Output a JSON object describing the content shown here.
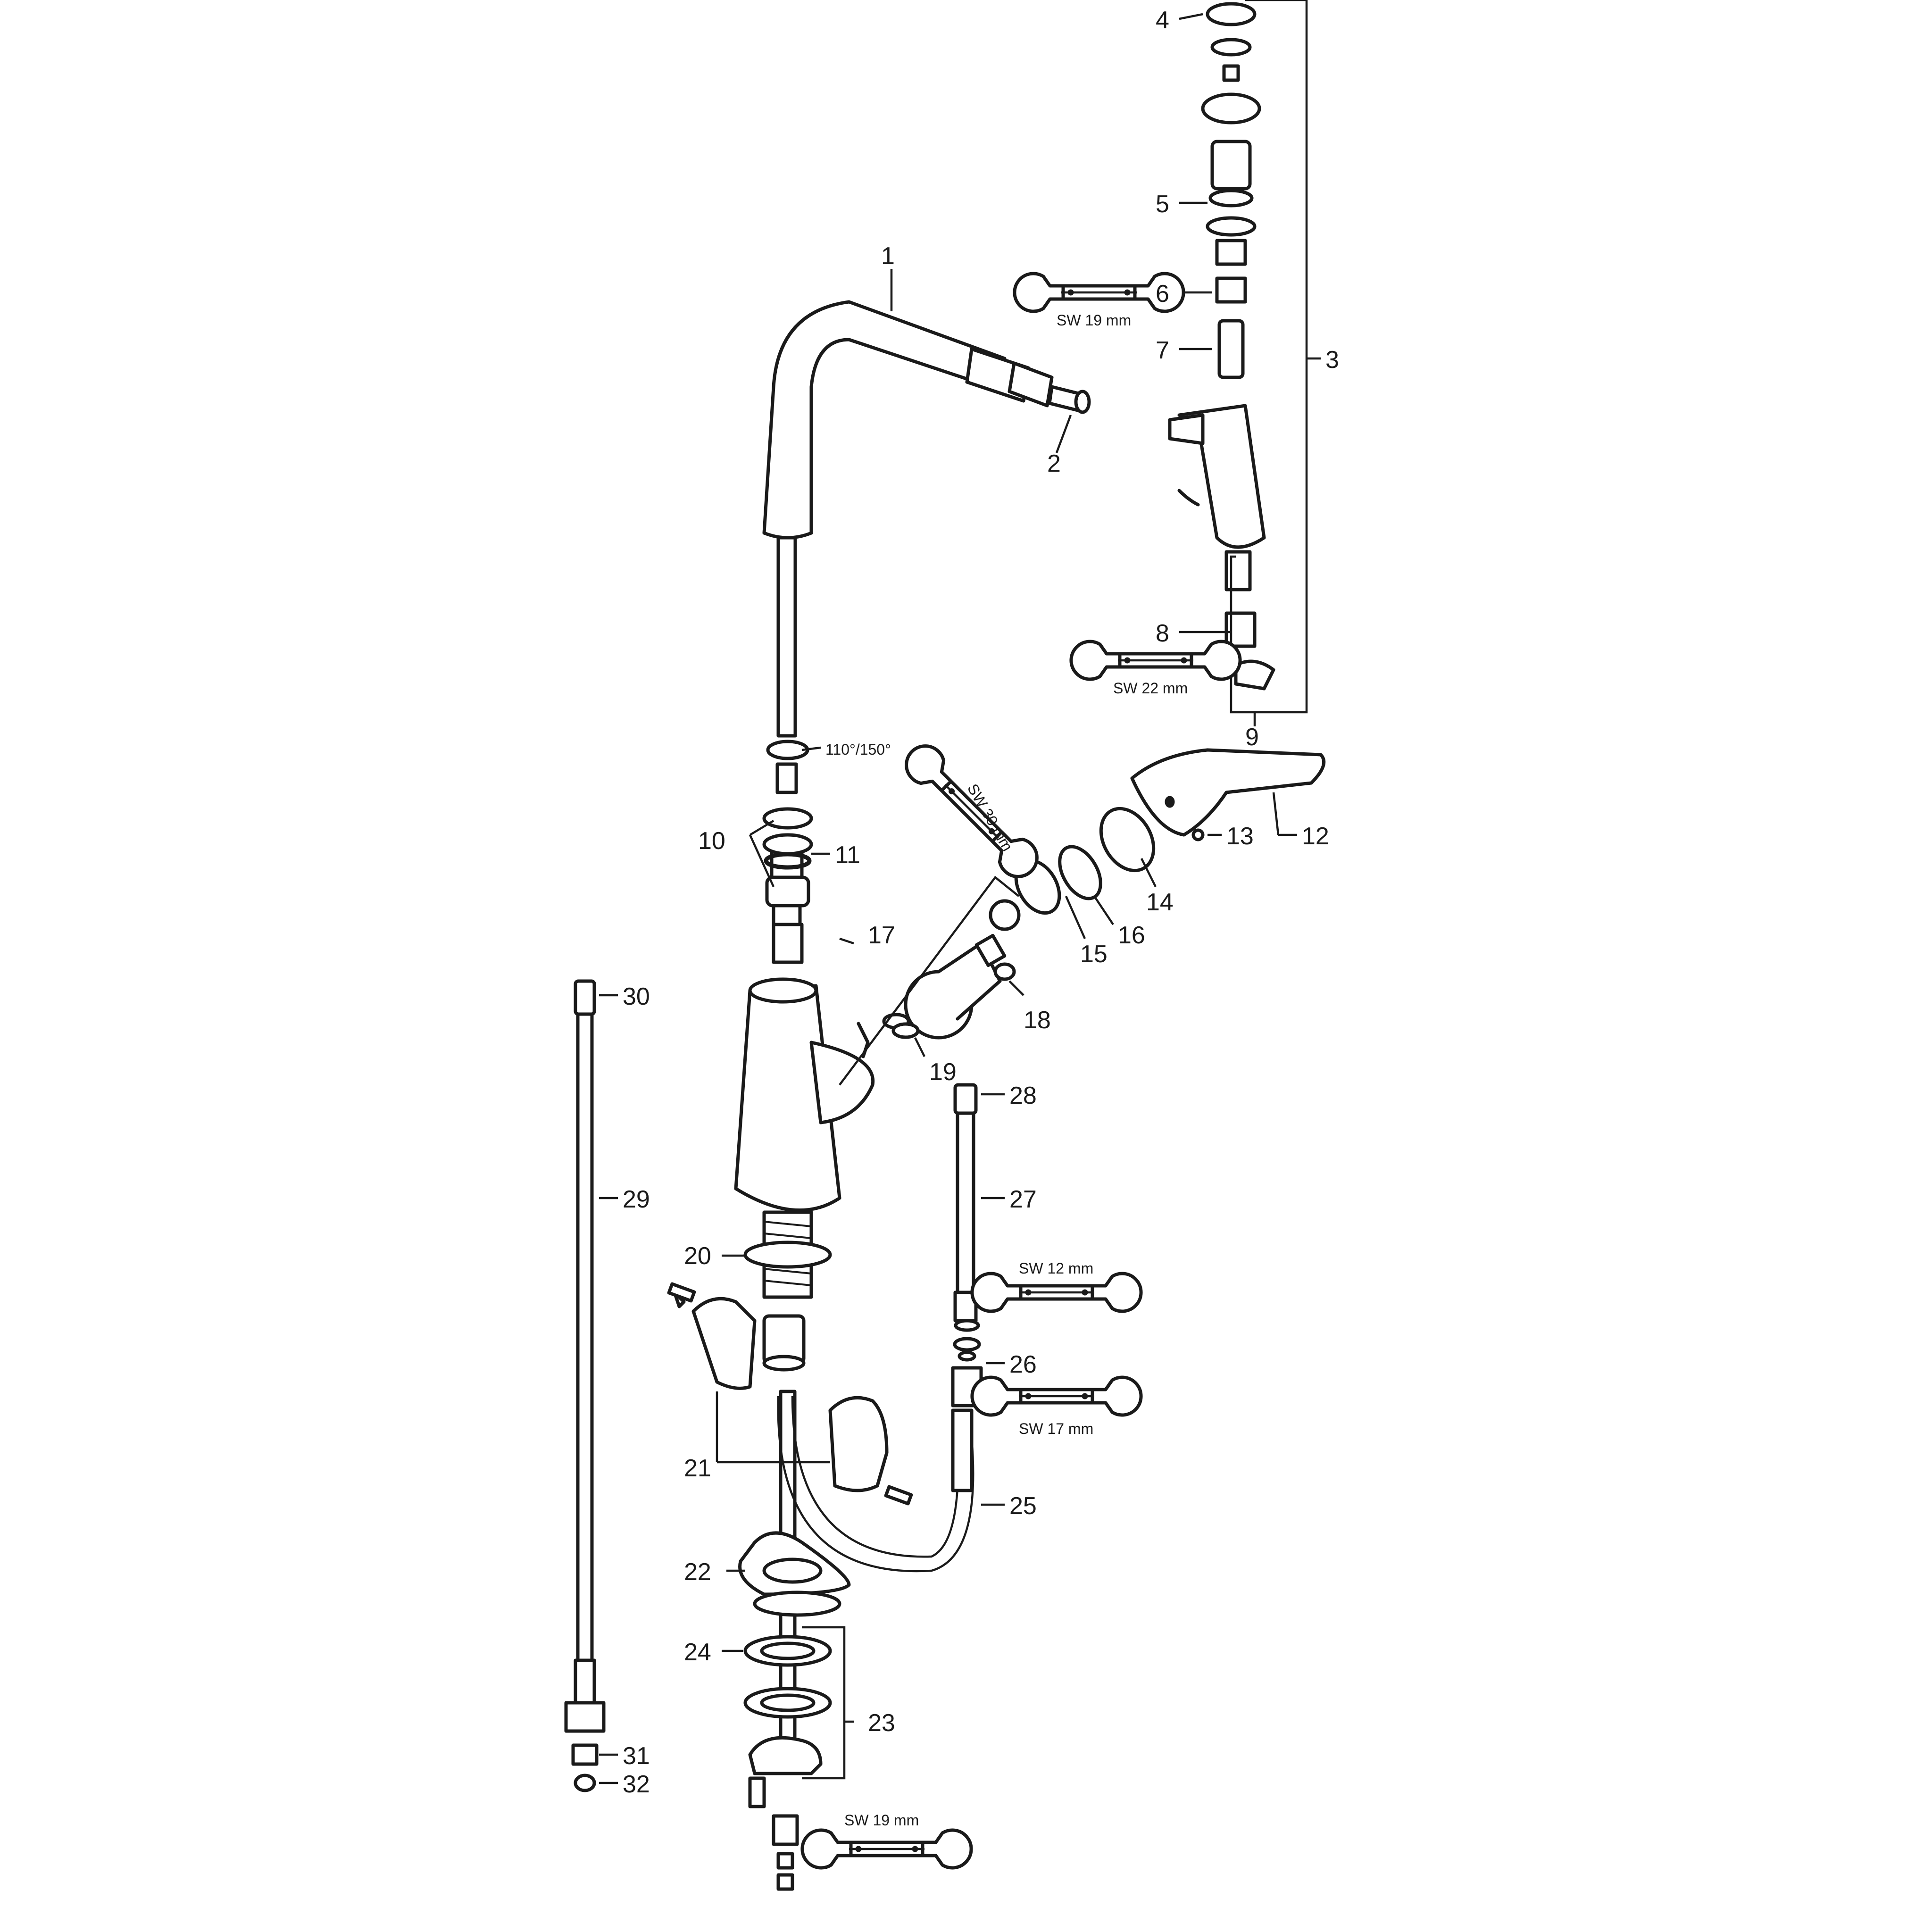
{
  "callouts": {
    "c1": "1",
    "c2": "2",
    "c3": "3",
    "c4": "4",
    "c5": "5",
    "c6": "6",
    "c7": "7",
    "c8": "8",
    "c9": "9",
    "c10": "10",
    "c11": "11",
    "c12": "12",
    "c13": "13",
    "c14": "14",
    "c15": "15",
    "c16": "16",
    "c17": "17",
    "c18": "18",
    "c19": "19",
    "c20": "20",
    "c21": "21",
    "c22": "22",
    "c23": "23",
    "c24": "24",
    "c25": "25",
    "c26": "26",
    "c27": "27",
    "c28": "28",
    "c29": "29",
    "c30": "30",
    "c31": "31",
    "c32": "32"
  },
  "annotations": {
    "angle": "110°/150°",
    "sw19_top": "SW 19 mm",
    "sw22": "SW 22 mm",
    "sw30": "SW 30 mm",
    "sw12": "SW 12 mm",
    "sw17": "SW 17 mm",
    "sw19_bottom": "SW 19 mm"
  },
  "icons": [
    "wrench-icon"
  ]
}
